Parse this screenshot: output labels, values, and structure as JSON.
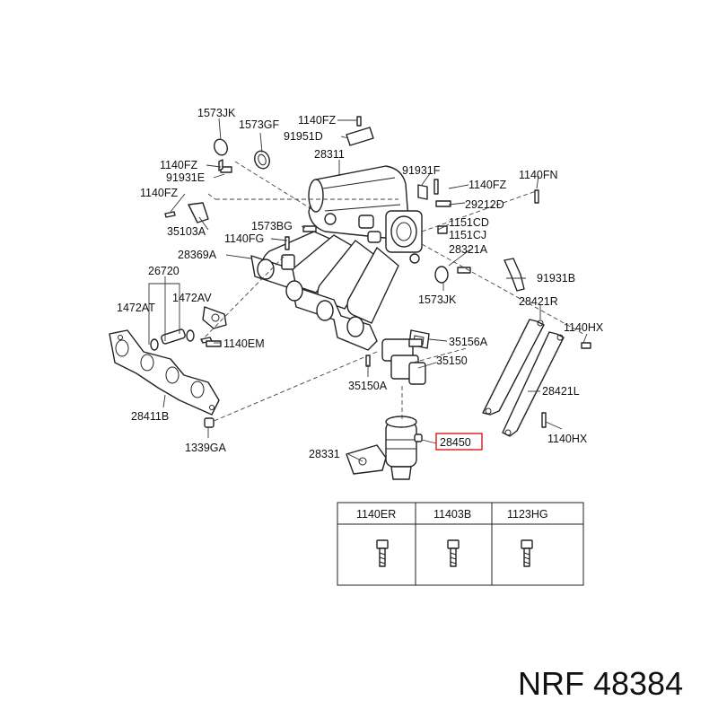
{
  "callouts": [
    {
      "id": "1573JK_a",
      "text": "1573JK"
    },
    {
      "id": "1573GF",
      "text": "1573GF"
    },
    {
      "id": "1140FZ_a",
      "text": "1140FZ"
    },
    {
      "id": "91951D",
      "text": "91951D"
    },
    {
      "id": "28311",
      "text": "28311"
    },
    {
      "id": "1140FZ_b",
      "text": "1140FZ"
    },
    {
      "id": "91931E",
      "text": "91931E"
    },
    {
      "id": "1140FZ_c",
      "text": "1140FZ"
    },
    {
      "id": "35103A",
      "text": "35103A"
    },
    {
      "id": "91931F",
      "text": "91931F"
    },
    {
      "id": "1140FZ_d",
      "text": "1140FZ"
    },
    {
      "id": "1140FN",
      "text": "1140FN"
    },
    {
      "id": "29212D",
      "text": "29212D"
    },
    {
      "id": "1151CD",
      "text": "1151CD"
    },
    {
      "id": "1151CJ",
      "text": "1151CJ"
    },
    {
      "id": "1573BG",
      "text": "1573BG"
    },
    {
      "id": "1140FG",
      "text": "1140FG"
    },
    {
      "id": "28369A",
      "text": "28369A"
    },
    {
      "id": "28321A",
      "text": "28321A"
    },
    {
      "id": "26720",
      "text": "26720"
    },
    {
      "id": "91931B",
      "text": "91931B"
    },
    {
      "id": "1472AT",
      "text": "1472AT"
    },
    {
      "id": "1472AV",
      "text": "1472AV"
    },
    {
      "id": "1573JK_b",
      "text": "1573JK"
    },
    {
      "id": "28421R",
      "text": "28421R"
    },
    {
      "id": "1140HX_a",
      "text": "1140HX"
    },
    {
      "id": "1140EM",
      "text": "1140EM"
    },
    {
      "id": "35156A",
      "text": "35156A"
    },
    {
      "id": "35150",
      "text": "35150"
    },
    {
      "id": "35150A",
      "text": "35150A"
    },
    {
      "id": "28421L",
      "text": "28421L"
    },
    {
      "id": "28411B",
      "text": "28411B"
    },
    {
      "id": "1140HX_b",
      "text": "1140HX"
    },
    {
      "id": "28450",
      "text": "28450"
    },
    {
      "id": "28331",
      "text": "28331"
    },
    {
      "id": "1339GA",
      "text": "1339GA"
    }
  ],
  "highlighted_part": "28450",
  "highlight_color": "#d81a1a",
  "fastener_table": {
    "headers": [
      "1140ER",
      "11403B",
      "1123HG"
    ]
  },
  "brand_label": "NRF 48384"
}
